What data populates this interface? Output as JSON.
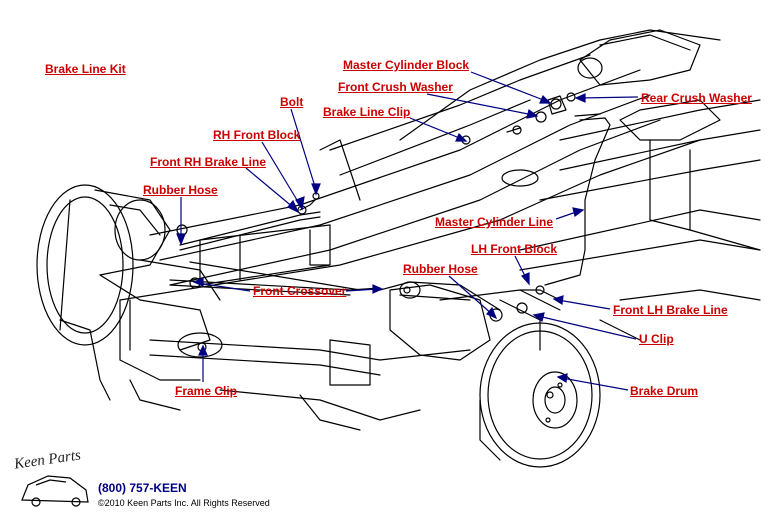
{
  "labels": {
    "brake_line_kit": "Brake Line Kit",
    "bolt": "Bolt",
    "rh_front_block": "RH Front Block",
    "front_rh_brake_line": "Front RH Brake Line",
    "rubber_hose_left": "Rubber Hose",
    "front_crossover": "Front Crossover",
    "frame_clip": "Frame Clip",
    "master_cylinder_block": "Master Cylinder Block",
    "front_crush_washer": "Front Crush Washer",
    "brake_line_clip": "Brake Line Clip",
    "rear_crush_washer": "Rear Crush Washer",
    "master_cylinder_line": "Master Cylinder Line",
    "lh_front_block": "LH Front Block",
    "rubber_hose_right": "Rubber Hose",
    "front_lh_brake_line": "Front LH Brake Line",
    "u_clip": "U Clip",
    "brake_drum": "Brake Drum"
  },
  "footer": {
    "logo": "Keen Parts",
    "phone": "(800) 757-KEEN",
    "copyright": "©2010 Keen Parts Inc. All Rights Reserved"
  },
  "colors": {
    "label": "#cc0000",
    "leader": "#000080",
    "drawing": "#000000"
  }
}
